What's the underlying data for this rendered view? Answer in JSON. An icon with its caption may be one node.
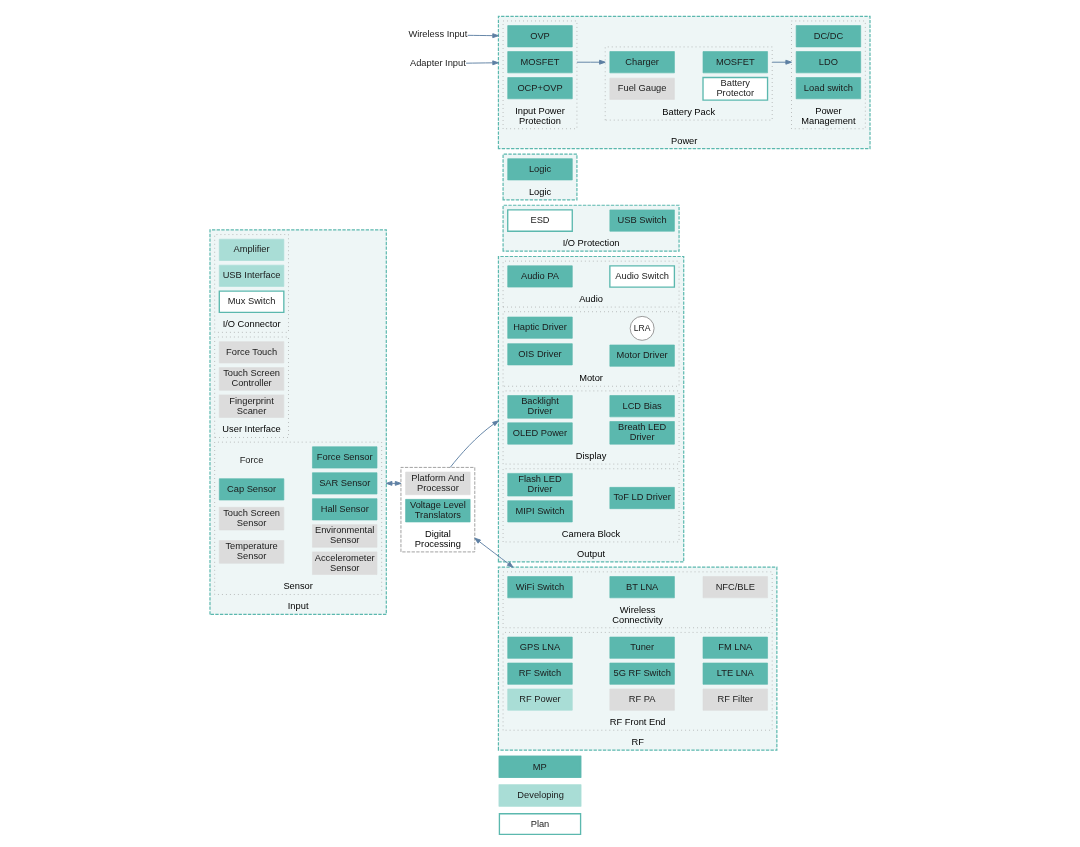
{
  "diagram": {
    "nodes": [
      {
        "text": [
          "Wireless Input"
        ]
      },
      {
        "text": [
          "Adapter Input"
        ]
      },
      {
        "text": [
          "Power"
        ]
      },
      {
        "text": [
          "Input Power Protection"
        ],
        "in": 2
      },
      {
        "text": [
          "OVP"
        ],
        "in": 3
      },
      {
        "text": [
          "MOSFET"
        ],
        "in": 3
      },
      {
        "text": [
          "OCP+OVP"
        ],
        "in": 3
      },
      {
        "text": [
          "Battery Pack"
        ],
        "in": 2
      },
      {
        "text": [
          "Charger"
        ],
        "in": 7
      },
      {
        "text": [
          "MOSFET"
        ],
        "in": 7
      },
      {
        "text": [
          "Fuel Gauge"
        ],
        "in": 7
      },
      {
        "text": [
          "Battery Protector"
        ],
        "in": 7
      },
      {
        "text": [
          "Power Management"
        ],
        "in": 2
      },
      {
        "text": [
          "DC/DC"
        ],
        "in": 12
      },
      {
        "text": [
          "LDO"
        ],
        "in": 12
      },
      {
        "text": [
          "Load switch"
        ],
        "in": 12
      },
      {
        "text": [
          "Logic"
        ]
      },
      {
        "text": [
          "Logic"
        ],
        "in": 16
      },
      {
        "text": [
          "I/O Protection"
        ]
      },
      {
        "text": [
          "ESD"
        ],
        "in": 18
      },
      {
        "text": [
          "USB Switch"
        ],
        "in": 18
      },
      {
        "text": [
          "Input"
        ]
      },
      {
        "text": [
          "I/O Connector"
        ],
        "in": 21
      },
      {
        "text": [
          "Amplifier"
        ],
        "in": 22
      },
      {
        "text": [
          "USB Interface"
        ],
        "in": 22
      },
      {
        "text": [
          "Mux Switch"
        ],
        "in": 22
      },
      {
        "text": [
          "User Interface"
        ],
        "in": 21
      },
      {
        "text": [
          "Force Touch"
        ],
        "in": 26
      },
      {
        "text": [
          "Touch Screen Controller"
        ],
        "in": 26
      },
      {
        "text": [
          "Fingerprint Scaner"
        ],
        "in": 26
      },
      {
        "text": [
          "Sensor"
        ],
        "in": 21
      },
      {
        "text": [
          "Force Sensor"
        ],
        "in": 30
      },
      {
        "text": [
          "SAR Sensor"
        ],
        "in": 30
      },
      {
        "text": [
          "Cap Sensor"
        ],
        "in": 30
      },
      {
        "text": [
          "Hall Sensor"
        ],
        "in": 30
      },
      {
        "text": [
          "Touch Screen Sensor"
        ],
        "in": 30
      },
      {
        "text": [
          "Environmental Sensor"
        ],
        "in": 30
      },
      {
        "text": [
          "Temperature Sensor"
        ],
        "in": 30
      },
      {
        "text": [
          "Accelerometer Sensor"
        ],
        "in": 30
      },
      {
        "text": [
          "Digital Processing"
        ]
      },
      {
        "text": [
          "Platform And Processor"
        ],
        "in": 39
      },
      {
        "text": [
          "Voltage Level Translators"
        ],
        "in": 39
      },
      {
        "text": [
          "Output"
        ]
      },
      {
        "text": [
          "Audio"
        ],
        "in": 42
      },
      {
        "text": [
          "Audio PA"
        ],
        "in": 43
      },
      {
        "text": [
          "Audio Switch"
        ],
        "in": 43
      },
      {
        "text": [
          "Motor"
        ],
        "in": 42
      },
      {
        "text": [
          "Haptic Driver"
        ],
        "in": 46
      },
      {
        "text": [
          "LRA"
        ],
        "in": 46
      },
      {
        "text": [
          "OIS Driver"
        ],
        "in": 46
      },
      {
        "text": [
          "Motor Driver"
        ],
        "in": 46
      },
      {
        "text": [
          "Display"
        ],
        "in": 42
      },
      {
        "text": [
          "Backlight Driver"
        ],
        "in": 51
      },
      {
        "text": [
          "LCD Bias"
        ],
        "in": 51
      },
      {
        "text": [
          "OLED Power"
        ],
        "in": 51
      },
      {
        "text": [
          "Breath LED Driver"
        ],
        "in": 51
      },
      {
        "text": [
          "Camera Block"
        ],
        "in": 42
      },
      {
        "text": [
          "Flash LED Driver"
        ],
        "in": 56
      },
      {
        "text": [
          "ToF LD Driver"
        ],
        "in": 56
      },
      {
        "text": [
          "MIPI Switch"
        ],
        "in": 56
      },
      {
        "text": [
          "RF"
        ]
      },
      {
        "text": [
          "Wireless Connectivity"
        ],
        "in": 60
      },
      {
        "text": [
          "WiFi Switch"
        ],
        "in": 61
      },
      {
        "text": [
          "BT LNA"
        ],
        "in": 61
      },
      {
        "text": [
          "NFC/BLE"
        ],
        "in": 61
      },
      {
        "text": [
          "RF Front End"
        ],
        "in": 60
      },
      {
        "text": [
          "GPS LNA"
        ],
        "in": 65
      },
      {
        "text": [
          "Tuner"
        ],
        "in": 65
      },
      {
        "text": [
          "FM LNA"
        ],
        "in": 65
      },
      {
        "text": [
          "RF Switch"
        ],
        "in": 65
      },
      {
        "text": [
          "5G RF Switch"
        ],
        "in": 65
      },
      {
        "text": [
          "LTE LNA"
        ],
        "in": 65
      },
      {
        "text": [
          "RF Power"
        ],
        "in": 65
      },
      {
        "text": [
          "RF PA"
        ],
        "in": 65
      },
      {
        "text": [
          "RF Filter"
        ],
        "in": 65
      }
    ],
    "edges": [
      {
        "from": 0,
        "to": 2,
        "arrow": "to"
      },
      {
        "from": 1,
        "to": 2,
        "arrow": "to"
      },
      {
        "from": 3,
        "to": 7,
        "arrow": "to"
      },
      {
        "from": 7,
        "to": 12,
        "arrow": "to"
      },
      {
        "from": 21,
        "to": 39,
        "arrow": "both"
      },
      {
        "from": 39,
        "to": 42,
        "arrow": "to"
      },
      {
        "from": 39,
        "to": 60,
        "arrow": "both"
      }
    ],
    "labels": [
      "Force"
    ],
    "legend": [
      {
        "text": "MP",
        "color": "#5bb8ae"
      },
      {
        "text": "Developing",
        "color": "#a9ddd6"
      },
      {
        "text": "Plan",
        "color": "#ffffff"
      }
    ]
  }
}
